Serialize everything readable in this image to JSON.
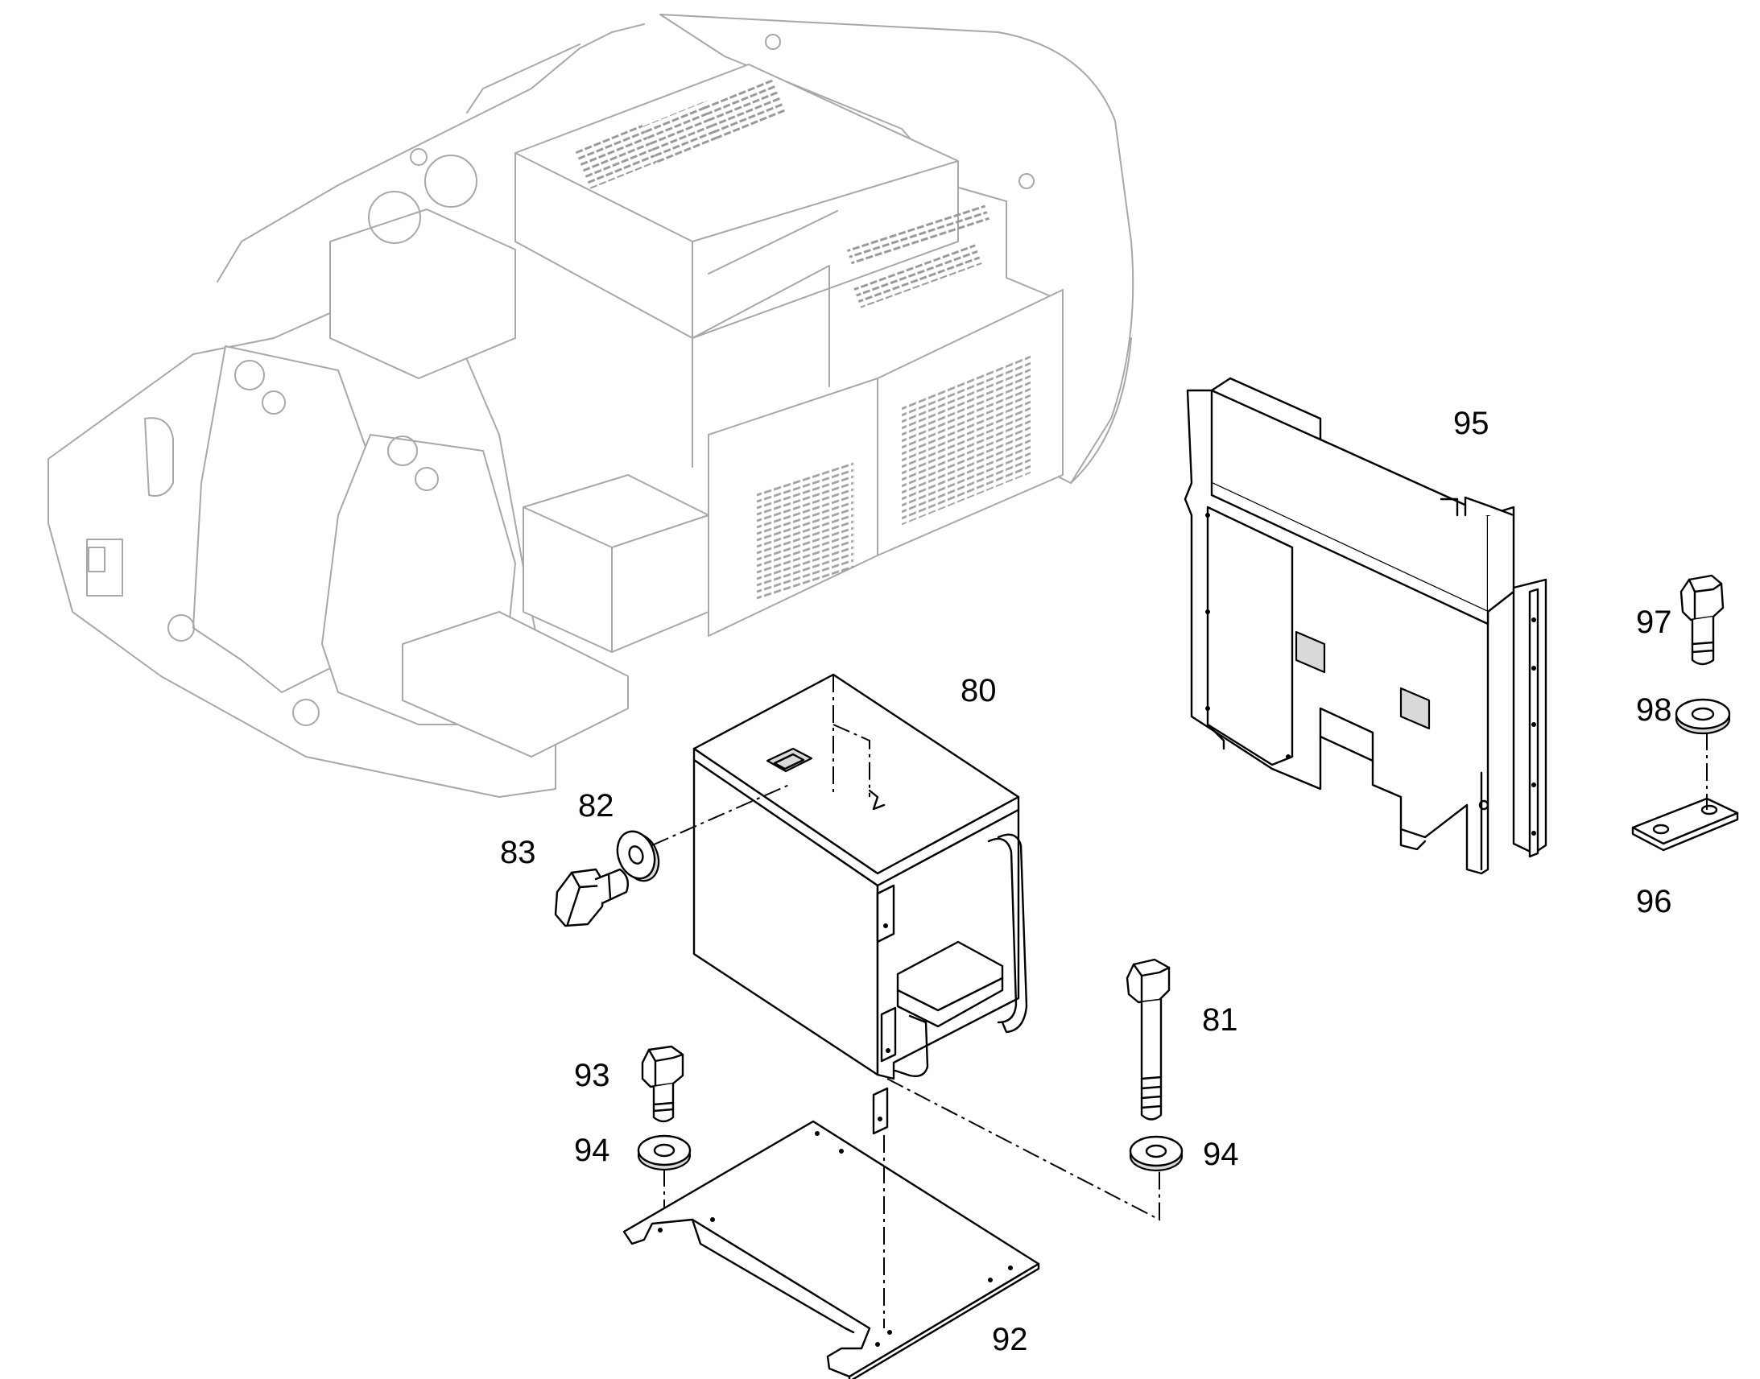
{
  "callouts": {
    "c80": "80",
    "c81": "81",
    "c82": "82",
    "c83": "83",
    "c92": "92",
    "c93": "93",
    "c94a": "94",
    "c94b": "94",
    "c95": "95",
    "c96": "96",
    "c97": "97",
    "c98": "98"
  },
  "colors": {
    "background": "#ffffff",
    "ghost_context": "#a8a8a8",
    "part_outline": "#000000"
  }
}
